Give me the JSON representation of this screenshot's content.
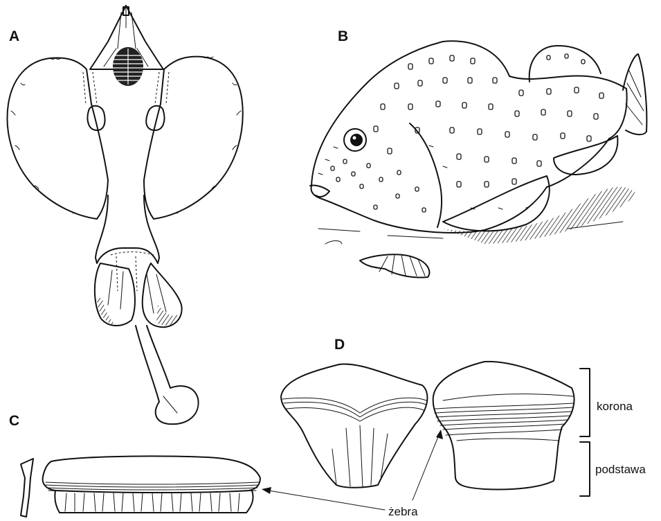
{
  "panels": {
    "a": "A",
    "b": "B",
    "c": "C",
    "d": "D"
  },
  "labels": {
    "crown": "korona",
    "base": "podstawa",
    "ribs": "żebra"
  },
  "colors": {
    "ink": "#111111",
    "background": "#ffffff"
  }
}
